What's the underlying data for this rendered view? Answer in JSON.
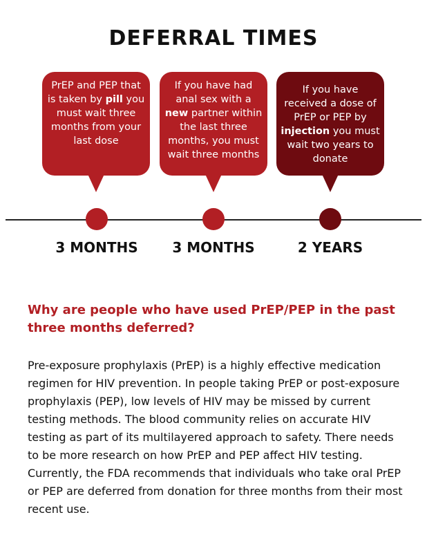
{
  "title": "DEFERRAL TIMES",
  "colors": {
    "accent": "#b21f24",
    "dark_accent": "#6e0b10"
  },
  "bubbles": [
    {
      "parts": [
        "PrEP and PEP that is taken by ",
        "pill",
        " you must wait three months from your last dose"
      ]
    },
    {
      "parts": [
        "If you have had anal sex with a ",
        "new",
        " partner within the last three months, you must wait three months"
      ]
    },
    {
      "parts": [
        "If you have received a dose of PrEP or PEP by ",
        "injection",
        " you must wait two years to donate"
      ]
    }
  ],
  "timeline": {
    "labels": [
      "3 MONTHS",
      "3 MONTHS",
      "2 YEARS"
    ]
  },
  "question": "Why are people who have used PrEP/PEP in the past three months deferred?",
  "body": "Pre-exposure prophylaxis (PrEP) is a highly effective medication regimen for HIV prevention. In people taking PrEP or post-exposure prophylaxis (PEP), low levels of HIV may be missed by current testing methods. The blood community relies on accurate HIV testing as part of its multilayered approach to safety. There needs to be more research on how PrEP and PEP affect HIV testing. Currently, the FDA recommends that individuals who take oral PrEP or PEP are deferred from donation for three months from their most recent use."
}
